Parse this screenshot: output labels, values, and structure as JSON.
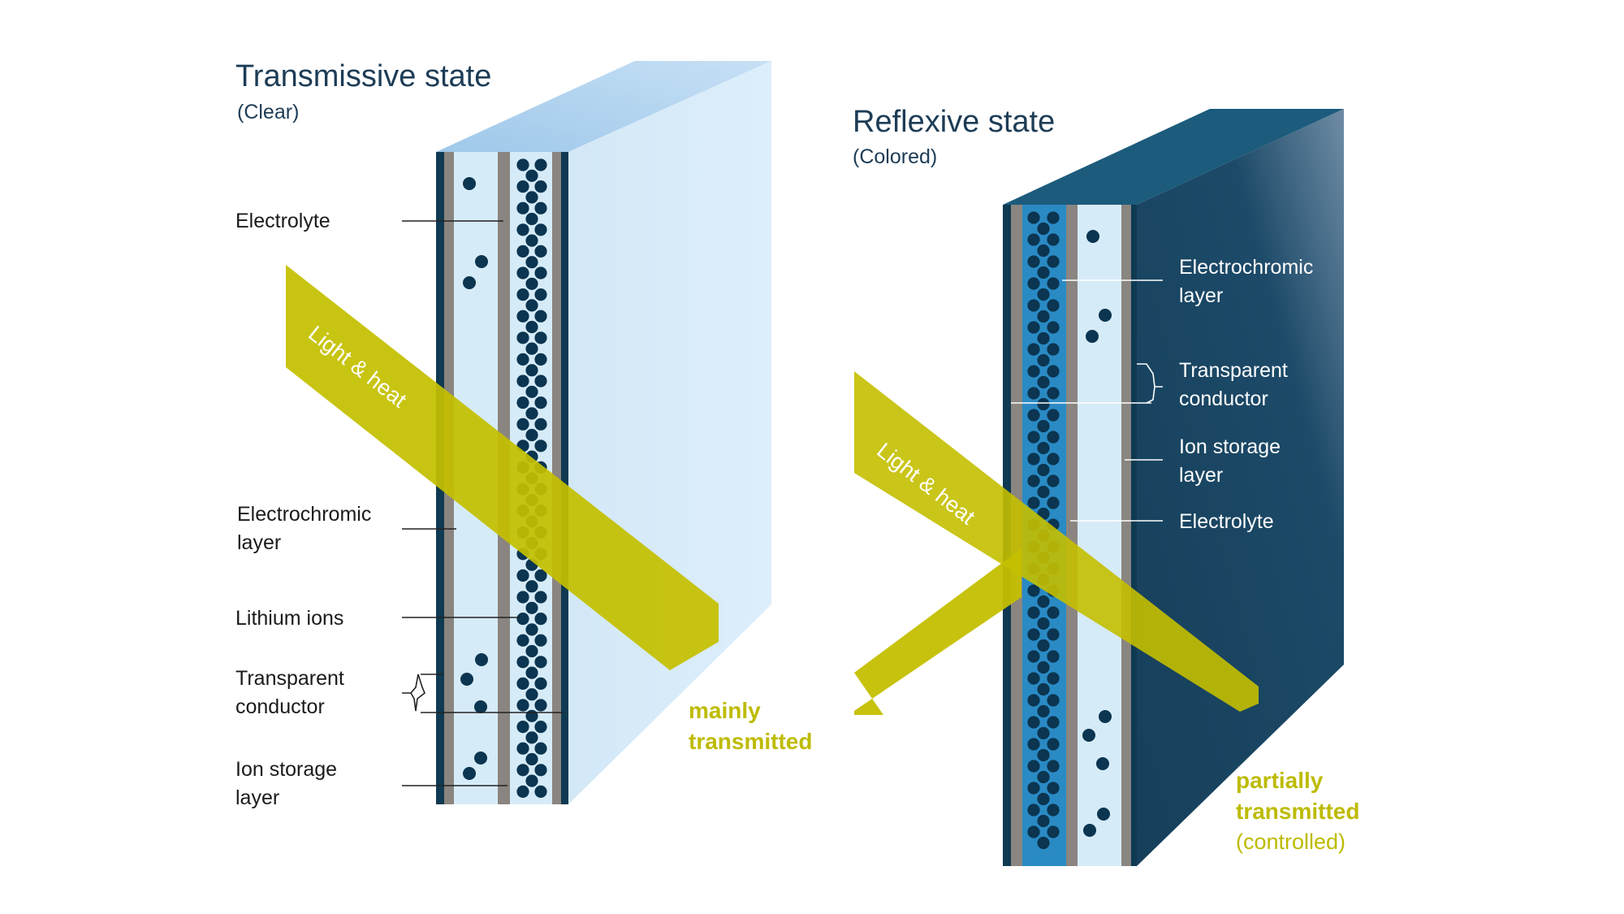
{
  "colors": {
    "olive": "#c4bf00",
    "navy_layer": "#0f3a52",
    "electrolyte_clear": "#d6ebf8",
    "conductor_gray": "#8a8580",
    "electrochromic_colored": "#2a8ac4",
    "glass_clear": "#d8ecfa",
    "glass_dark": "#1b4865",
    "ion_dot": "#0b3550"
  },
  "left_panel": {
    "title": "Transmissive state",
    "subtitle": "(Clear)",
    "labels": {
      "electrolyte": "Electrolyte",
      "electrochromic_line1": "Electrochromic",
      "electrochromic_line2": "layer",
      "lithium_ions": "Lithium ions",
      "transparent_line1": "Transparent",
      "transparent_line2": "conductor",
      "ion_storage_line1": "Ion storage",
      "ion_storage_line2": "layer"
    },
    "beam_label": "Light & heat",
    "result_line1": "mainly",
    "result_line2": "transmitted"
  },
  "right_panel": {
    "title": "Reflexive state",
    "subtitle": "(Colored)",
    "labels": {
      "electrochromic_line1": "Electrochromic",
      "electrochromic_line2": "layer",
      "transparent_line1": "Transparent",
      "transparent_line2": "conductor",
      "ion_storage_line1": "Ion storage",
      "ion_storage_line2": "layer",
      "electrolyte": "Electrolyte"
    },
    "beam_label": "Light & heat",
    "result_line1": "partially",
    "result_line2": "transmitted",
    "result_line3": "(controlled)"
  }
}
